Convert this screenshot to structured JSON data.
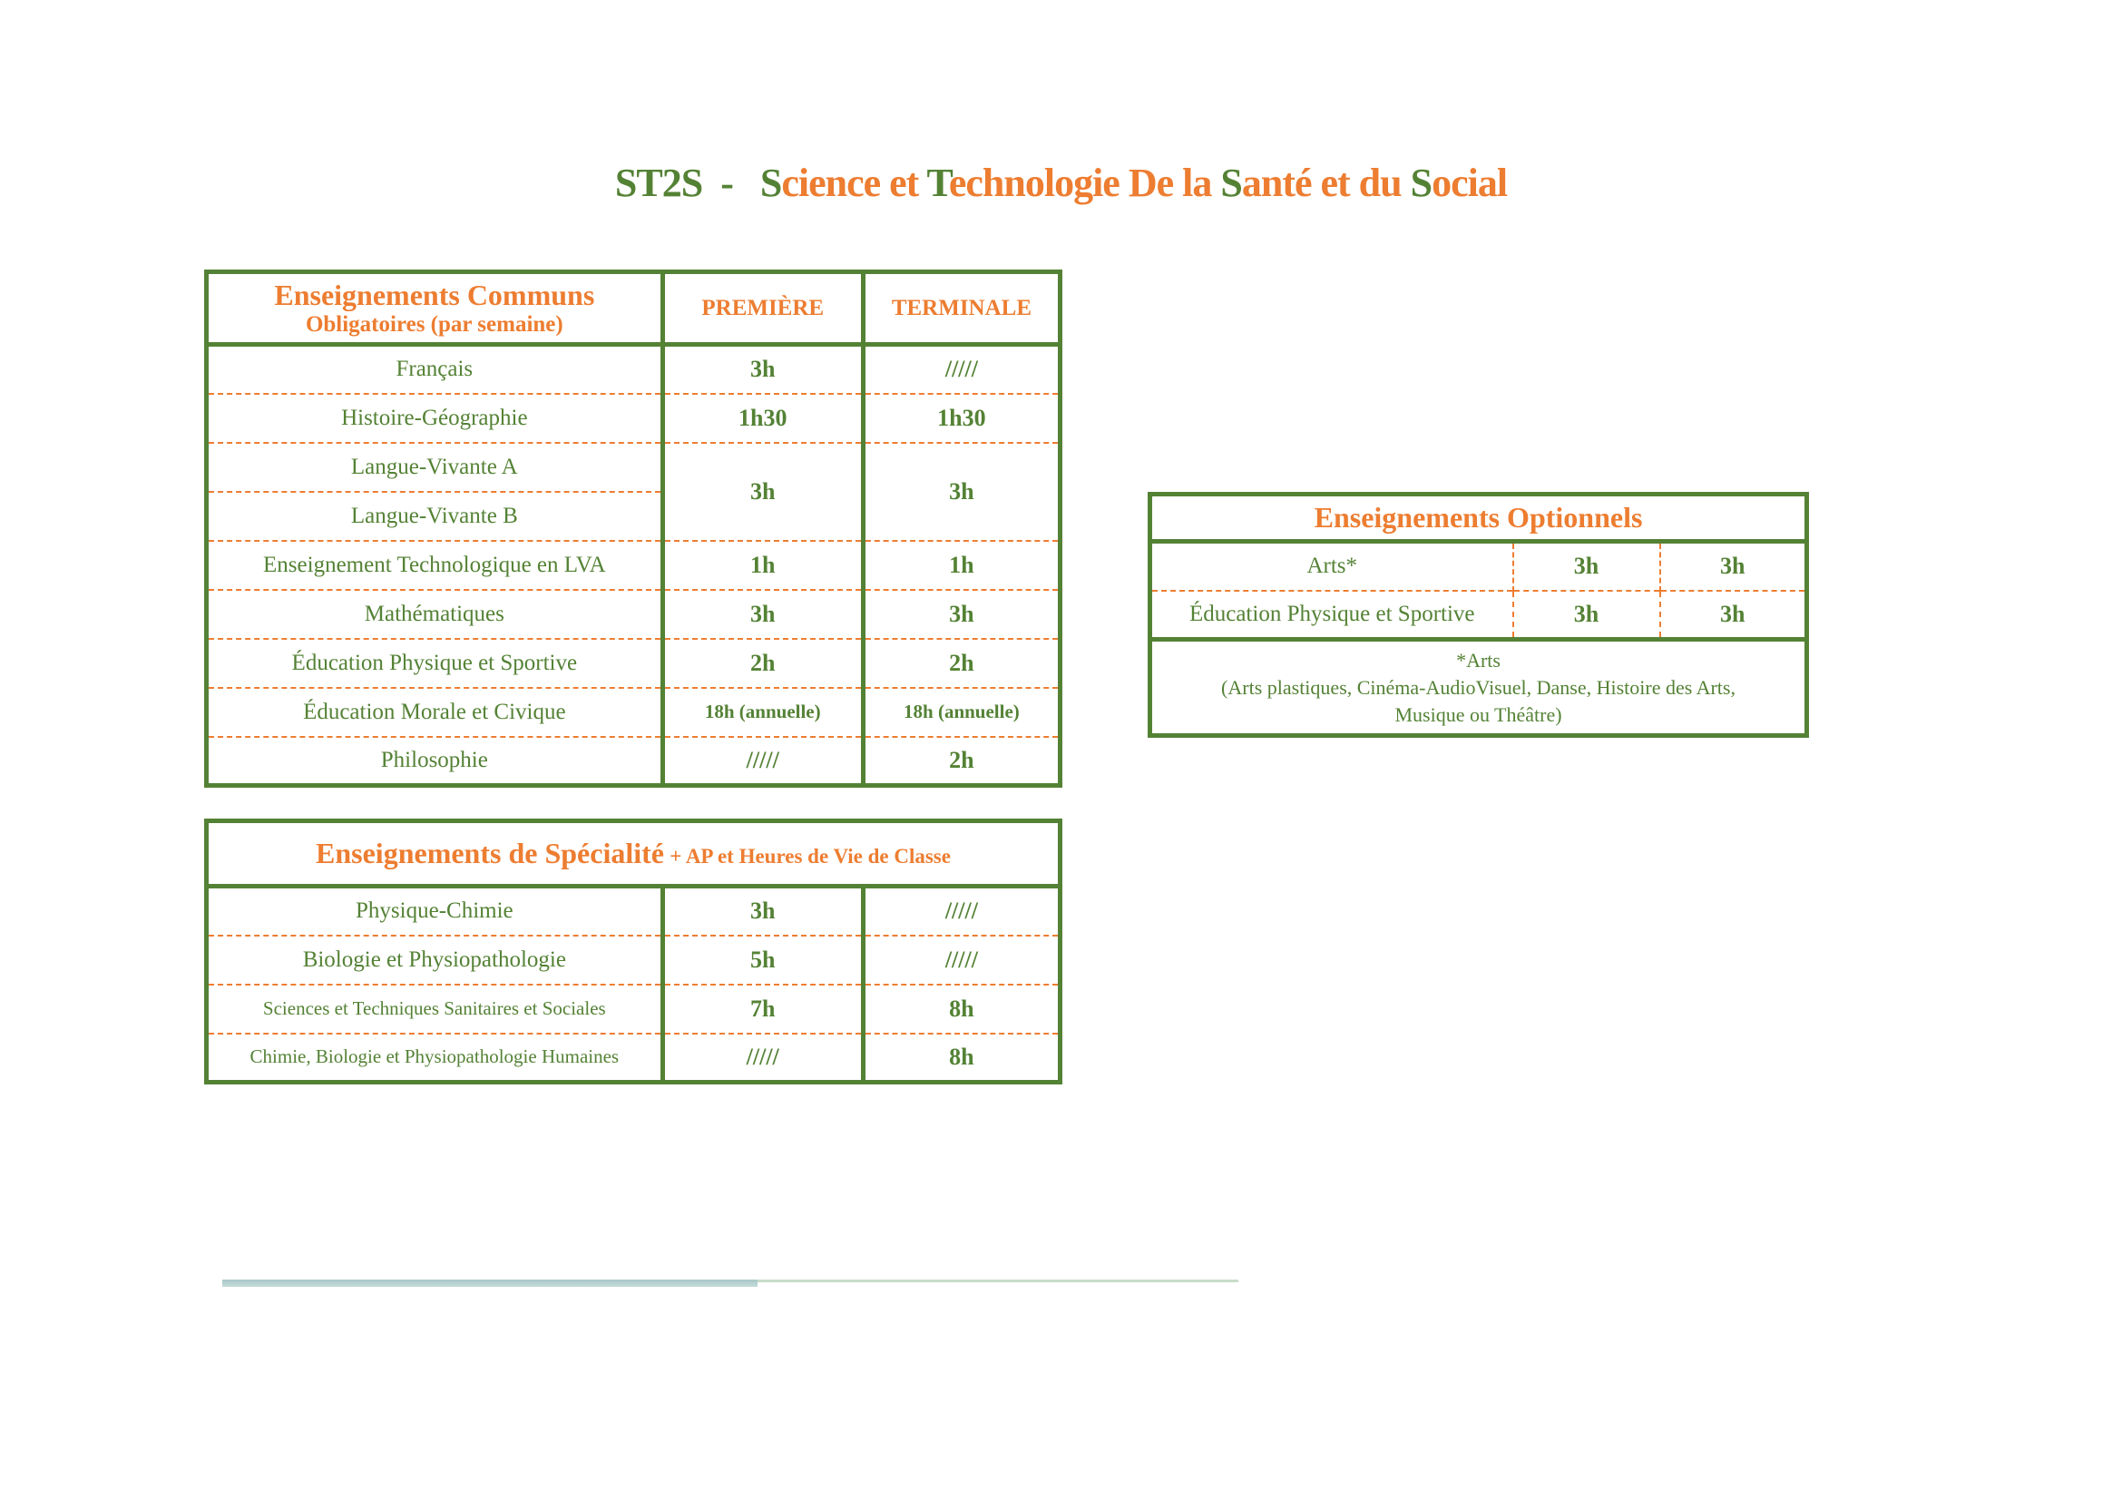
{
  "title": {
    "code": "ST2S",
    "dash": "-",
    "words": [
      {
        "initial": "S",
        "rest": "cience et "
      },
      {
        "initial": "T",
        "rest": "echnologie De la "
      },
      {
        "initial": "S",
        "rest": "anté et du "
      },
      {
        "initial": "S",
        "rest": "ocial"
      }
    ]
  },
  "communs": {
    "title": "Enseignements Communs",
    "subtitle": "Obligatoires (par semaine)",
    "col1": "PREMIÈRE",
    "col2": "TERMINALE",
    "rows": [
      {
        "subject": "Français",
        "premiere": "3h",
        "terminale": "/////"
      },
      {
        "subject": "Histoire-Géographie",
        "premiere": "1h30",
        "terminale": "1h30"
      },
      {
        "subject": "Langue-Vivante A",
        "premiere": "3h",
        "terminale": "3h"
      },
      {
        "subject": "Langue-Vivante B"
      },
      {
        "subject": "Enseignement Technologique en LVA",
        "premiere": "1h",
        "terminale": "1h"
      },
      {
        "subject": "Mathématiques",
        "premiere": "3h",
        "terminale": "3h"
      },
      {
        "subject": "Éducation Physique et Sportive",
        "premiere": "2h",
        "terminale": "2h"
      },
      {
        "subject": "Éducation Morale et Civique",
        "premiere": "18h (annuelle)",
        "terminale": "18h (annuelle)"
      },
      {
        "subject": "Philosophie",
        "premiere": "/////",
        "terminale": "2h"
      }
    ]
  },
  "specialite": {
    "title": "Enseignements de Spécialité",
    "suffix": "+ AP et Heures de Vie de Classe",
    "rows": [
      {
        "subject": "Physique-Chimie",
        "premiere": "3h",
        "terminale": "/////"
      },
      {
        "subject": "Biologie et Physiopathologie",
        "premiere": "5h",
        "terminale": "/////"
      },
      {
        "subject": "Sciences et Techniques Sanitaires et Sociales",
        "premiere": "7h",
        "terminale": "8h"
      },
      {
        "subject": "Chimie, Biologie et Physiopathologie Humaines",
        "premiere": "/////",
        "terminale": "8h"
      }
    ]
  },
  "optionnels": {
    "title": "Enseignements Optionnels",
    "rows": [
      {
        "subject": "Arts*",
        "premiere": "3h",
        "terminale": "3h"
      },
      {
        "subject": "Éducation Physique et Sportive",
        "premiere": "3h",
        "terminale": "3h"
      }
    ],
    "note_title": "*Arts",
    "note_line1": "(Arts plastiques, Cinéma-AudioVisuel, Danse, Histoire des Arts,",
    "note_line2": "Musique ou Théâtre)"
  },
  "colors": {
    "green": "#548235",
    "orange": "#ED7D31"
  }
}
